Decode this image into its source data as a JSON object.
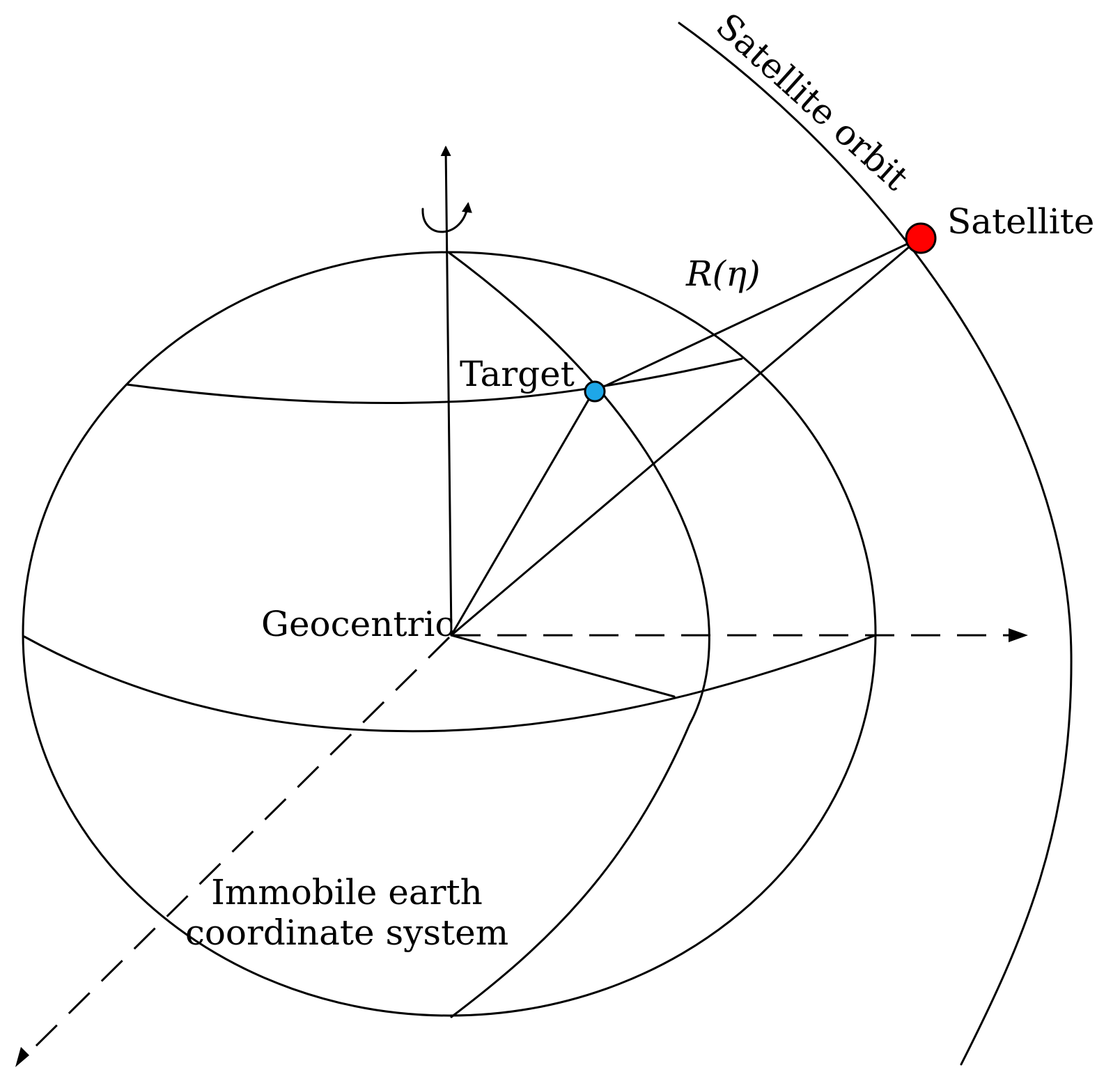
{
  "labels": {
    "satellite_orbit": "Satellite orbit",
    "satellite": "Satellite",
    "range": "R(η)",
    "target": "Target",
    "geocentric": "Geocentric",
    "system_line1": "Immobile earth",
    "system_line2": "coordinate system"
  },
  "colors": {
    "satellite": "#ff0000",
    "target": "#1ea7e8",
    "line": "#000000"
  }
}
